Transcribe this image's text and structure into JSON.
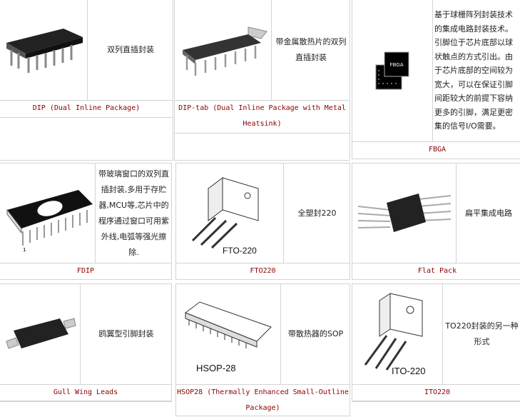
{
  "accent_caption_color": "#8b0000",
  "packages": [
    {
      "caption": "DIP (Dual Inline Package)",
      "description": "双列直插封装",
      "icon": "dip-chip-image"
    },
    {
      "caption": "DIP-tab (Dual Inline Package with Metal Heatsink)",
      "description": "带金属散热片的双列直插封装",
      "icon": "dip-tab-chip-image"
    },
    {
      "caption": "FBGA",
      "description": "基于球栅阵列封装技术的集成电路封装技术。引脚位于芯片底部以球状触点的方式引出。由于芯片底部的空间较为宽大，可以在保证引脚间距较大的前提下容纳更多的引脚，满足更密集的信号I/O需要。",
      "icon": "fbga-chip-image",
      "image_label": "FBGA"
    },
    {
      "caption": "FDIP",
      "description": "带玻璃窗口的双列直插封装,多用于存贮器,MCU等,芯片中的程序通过窗口可用紫外线,电弧等强光擦除.",
      "icon": "fdip-chip-image",
      "image_label": "1"
    },
    {
      "caption": "FTO220",
      "description": "全塑封220",
      "icon": "fto220-chip-image",
      "image_label": "FTO-220"
    },
    {
      "caption": "Flat Pack",
      "description": "扁平集成电路",
      "icon": "flat-pack-chip-image"
    },
    {
      "caption": "Gull Wing Leads",
      "description": "鸥翼型引脚封装",
      "icon": "gull-wing-chip-image"
    },
    {
      "caption": "HSOP28 (Thermally Enhanced Small-Outline Package)",
      "description": "带散热器的SOP",
      "icon": "hsop28-chip-image",
      "image_label": "HSOP-28"
    },
    {
      "caption": "ITO220",
      "description": "TO220封装的另一种形式",
      "icon": "ito220-chip-image",
      "image_label": "ITO-220"
    }
  ]
}
